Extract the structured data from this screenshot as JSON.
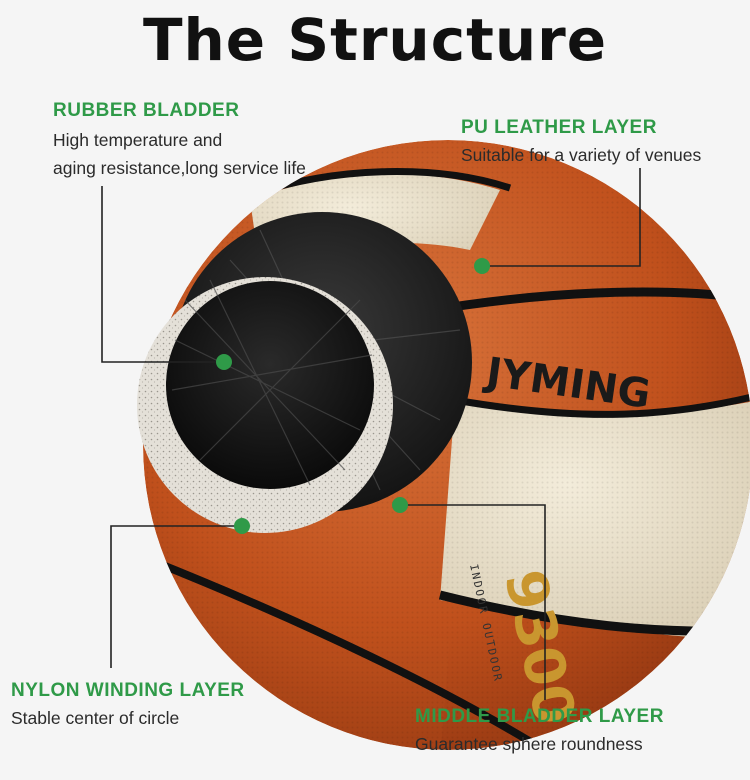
{
  "title": "The Structure",
  "accent_color": "#2f9a48",
  "callouts": [
    {
      "id": "rubber",
      "heading": "RUBBER BLADDER",
      "description_lines": [
        "High temperature and",
        "aging resistance,long service life"
      ]
    },
    {
      "id": "pu",
      "heading": "PU LEATHER LAYER",
      "description_lines": [
        "Suitable for a variety of venues"
      ]
    },
    {
      "id": "nylon",
      "heading": "NYLON WINDING LAYER",
      "description_lines": [
        "Stable center of circle"
      ]
    },
    {
      "id": "middle",
      "heading": "MIDDLE BLADDER LAYER",
      "description_lines": [
        "Guarantee sphere roundness"
      ]
    }
  ],
  "ball": {
    "brand_text": "JYMING",
    "model_text": "9300",
    "sub_text": "INDOOR OUTDOOR",
    "ball_color": "#c4541f",
    "panel_color": "#ece4d0"
  }
}
